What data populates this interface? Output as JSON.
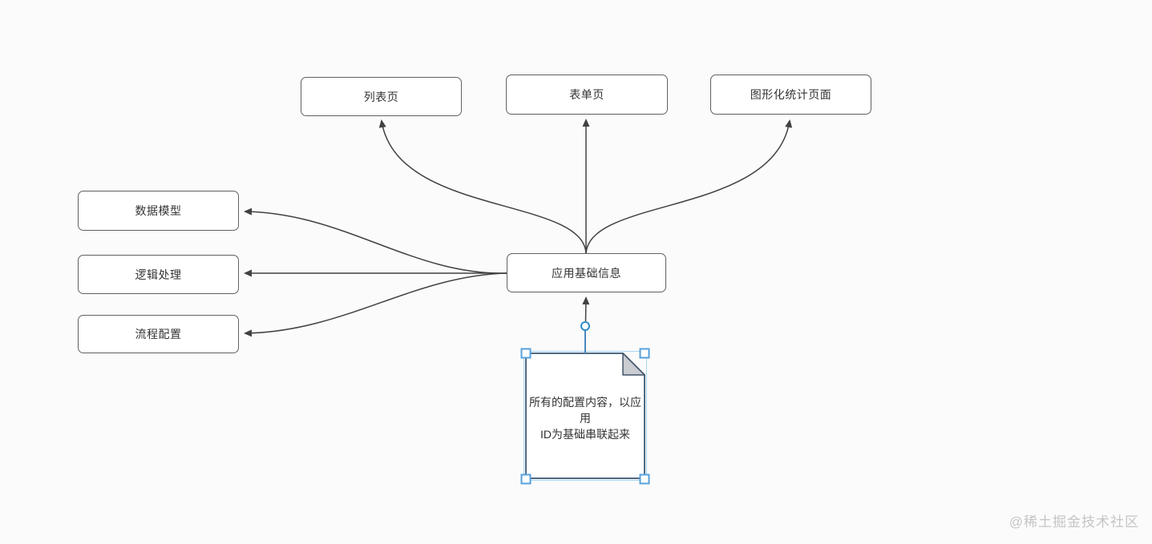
{
  "nodes": {
    "list_page": {
      "label": "列表页"
    },
    "form_page": {
      "label": "表单页"
    },
    "stats_page": {
      "label": "图形化统计页面"
    },
    "data_model": {
      "label": "数据模型"
    },
    "logic_process": {
      "label": "逻辑处理"
    },
    "flow_config": {
      "label": "流程配置"
    },
    "app_base_info": {
      "label": "应用基础信息"
    }
  },
  "note": {
    "lines": [
      "所有的配置内容，以应用",
      "ID为基础串联起来"
    ]
  },
  "watermark": {
    "text": "@稀土掘金技术社区"
  },
  "colors": {
    "canvas_background": "#fbfbfb",
    "node_border": "#616161",
    "node_fill": "#ffffff",
    "node_text": "#333333",
    "edge_stroke": "#424242",
    "note_border": "#4e6a85",
    "note_fold_fill": "#c9ccd0",
    "selection_handle_blue": "#56a1dc",
    "connector_blue": "#4a86bc",
    "endpoint_circle_blue": "#2f8ccc",
    "watermark_gray": "#c5c5c5"
  }
}
